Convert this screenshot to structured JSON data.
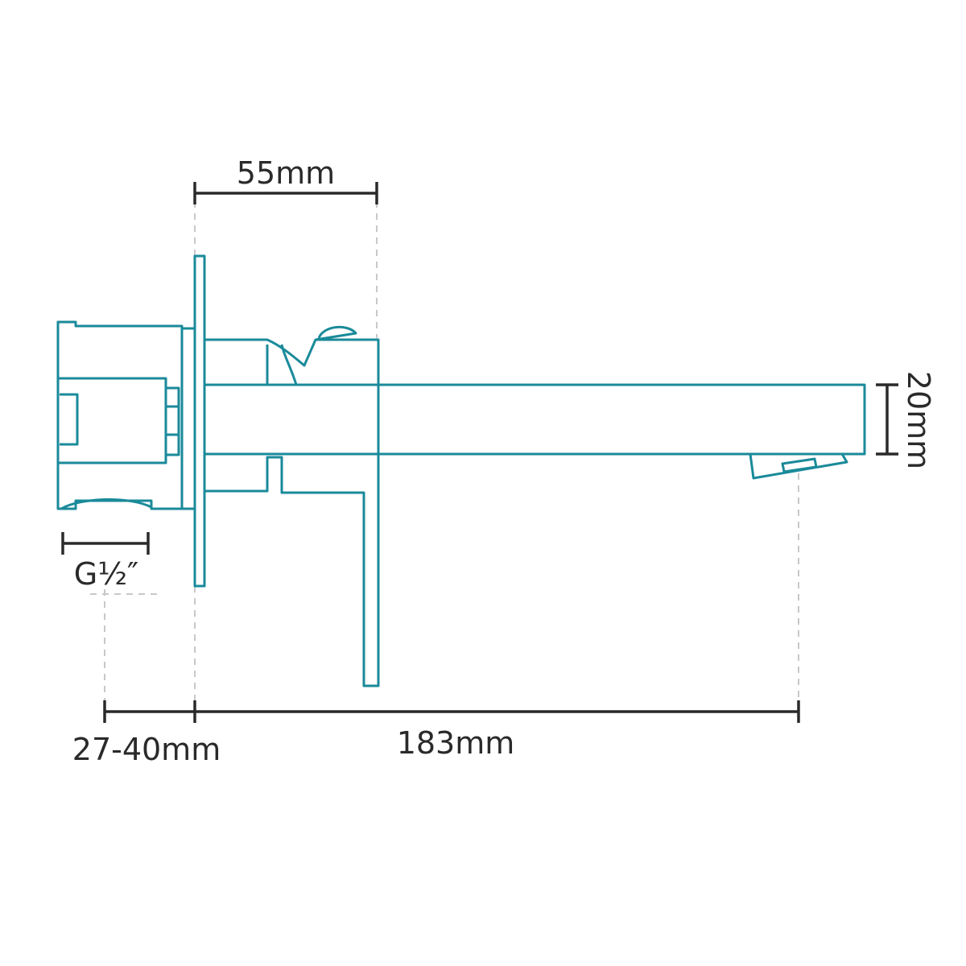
{
  "drawing": {
    "part": "wall-mounted mixer tap",
    "outline_color": "#1a8a9a",
    "dimension_color": "#2a2a2a"
  },
  "dimensions": {
    "handle_projection": "55mm",
    "spout_height": "20mm",
    "thread": "G½″",
    "wall_depth": "27-40mm",
    "spout_reach": "183mm"
  }
}
